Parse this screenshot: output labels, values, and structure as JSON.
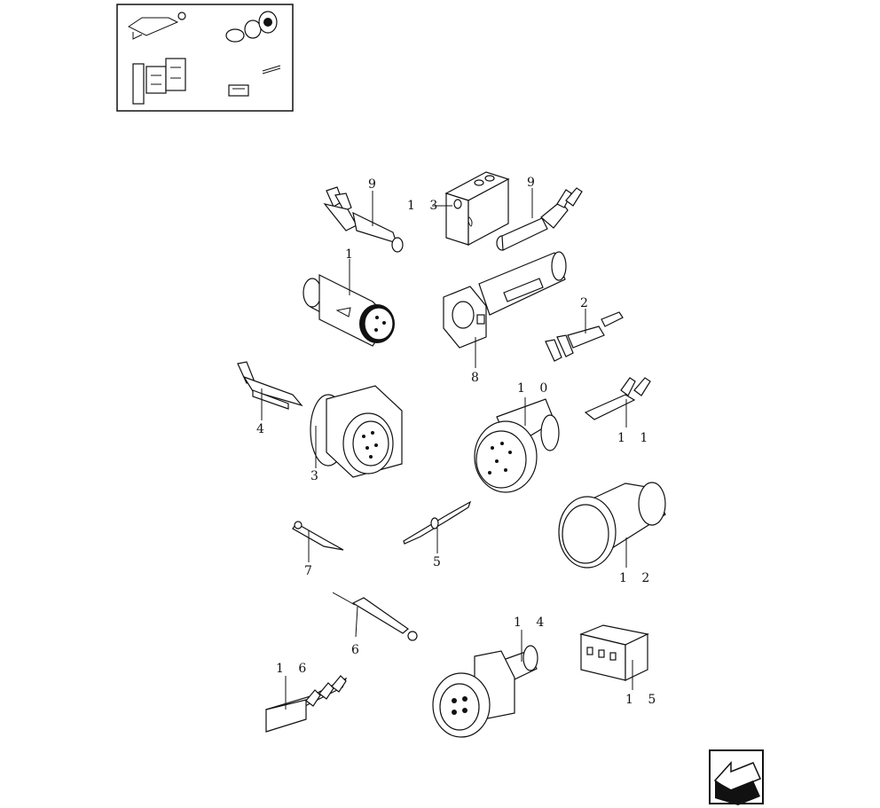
{
  "callouts": [
    {
      "id": "c9a",
      "text": "9"
    },
    {
      "id": "c13",
      "text": "1 3"
    },
    {
      "id": "c9b",
      "text": "9"
    },
    {
      "id": "c1",
      "text": "1"
    },
    {
      "id": "c2",
      "text": "2"
    },
    {
      "id": "c8",
      "text": "8"
    },
    {
      "id": "c10",
      "text": "1 0"
    },
    {
      "id": "c4",
      "text": "4"
    },
    {
      "id": "c11",
      "text": "1 1"
    },
    {
      "id": "c3",
      "text": "3"
    },
    {
      "id": "c7",
      "text": "7"
    },
    {
      "id": "c5",
      "text": "5"
    },
    {
      "id": "c12",
      "text": "1 2"
    },
    {
      "id": "c6",
      "text": "6"
    },
    {
      "id": "c14",
      "text": "1 4"
    },
    {
      "id": "c16",
      "text": "1 6"
    },
    {
      "id": "c15",
      "text": "1 5"
    }
  ],
  "icons": {
    "thumbnail": "assembly-overview-thumbnail-icon",
    "nav": "previous-page-arrow-icon"
  }
}
